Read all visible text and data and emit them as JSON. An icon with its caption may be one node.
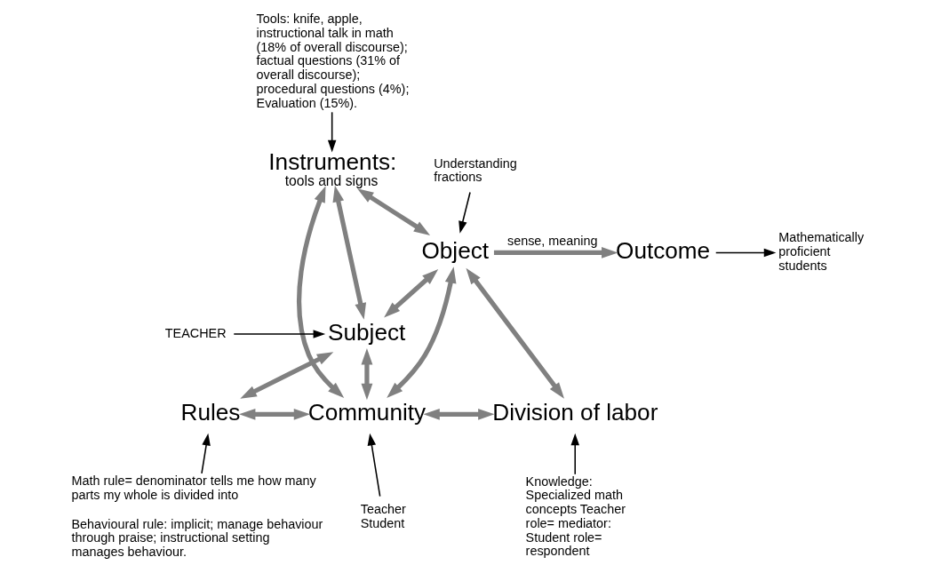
{
  "diagram": {
    "nodes": [
      {
        "text": [
          "Tools: knife, apple, instructional talk in math (18% of overall discourse); factual questions (31% of overall discourse); procedural questions (4%); Evaluation (15%)."
        ]
      },
      {
        "text": [
          "Instruments:",
          "tools and signs"
        ]
      },
      {
        "text": [
          "Understanding fractions"
        ]
      },
      {
        "text": [
          "Object"
        ]
      },
      {
        "text": [
          "TEACHER"
        ]
      },
      {
        "text": [
          "Subject"
        ]
      },
      {
        "text": [
          "Outcome"
        ]
      },
      {
        "text": [
          "Mathematically proficient students"
        ]
      },
      {
        "text": [
          "Rules"
        ]
      },
      {
        "text": [
          "Math rule= denominator tells me how many parts my whole is divided into",
          "Behavioural rule: implicit; manage behaviour through praise; instructional setting manages behaviour."
        ]
      },
      {
        "text": [
          "Community"
        ]
      },
      {
        "text": [
          "Teacher Student"
        ]
      },
      {
        "text": [
          "Division of labor"
        ]
      },
      {
        "text": [
          "Knowledge: Specialized math concepts Teacher role= mediator: Student role= respondent"
        ]
      }
    ],
    "edges": [
      {
        "from": 0,
        "to": 1,
        "arrow": "to",
        "color": "#000000"
      },
      {
        "from": 1,
        "to": 5,
        "arrow": "both"
      },
      {
        "from": 1,
        "to": 10,
        "arrow": "both"
      },
      {
        "from": 1,
        "to": 3,
        "arrow": "both"
      },
      {
        "from": 2,
        "to": 3,
        "arrow": "to",
        "color": "#000000"
      },
      {
        "from": 4,
        "to": 5,
        "arrow": "to",
        "color": "#000000"
      },
      {
        "from": 5,
        "to": 3,
        "arrow": "both"
      },
      {
        "from": 3,
        "to": 6,
        "label": "sense, meaning",
        "arrow": "to"
      },
      {
        "from": 6,
        "to": 7,
        "arrow": "to",
        "color": "#000000"
      },
      {
        "from": 5,
        "to": 8,
        "arrow": "both"
      },
      {
        "from": 5,
        "to": 10,
        "arrow": "both"
      },
      {
        "from": 10,
        "to": 3,
        "arrow": "both"
      },
      {
        "from": 3,
        "to": 12,
        "arrow": "both"
      },
      {
        "from": 8,
        "to": 10,
        "arrow": "both"
      },
      {
        "from": 10,
        "to": 12,
        "arrow": "both"
      },
      {
        "from": 9,
        "to": 8,
        "arrow": "to",
        "color": "#000000"
      },
      {
        "from": 11,
        "to": 10,
        "arrow": "to",
        "color": "#000000"
      },
      {
        "from": 13,
        "to": 12,
        "arrow": "to",
        "color": "#000000"
      }
    ]
  }
}
